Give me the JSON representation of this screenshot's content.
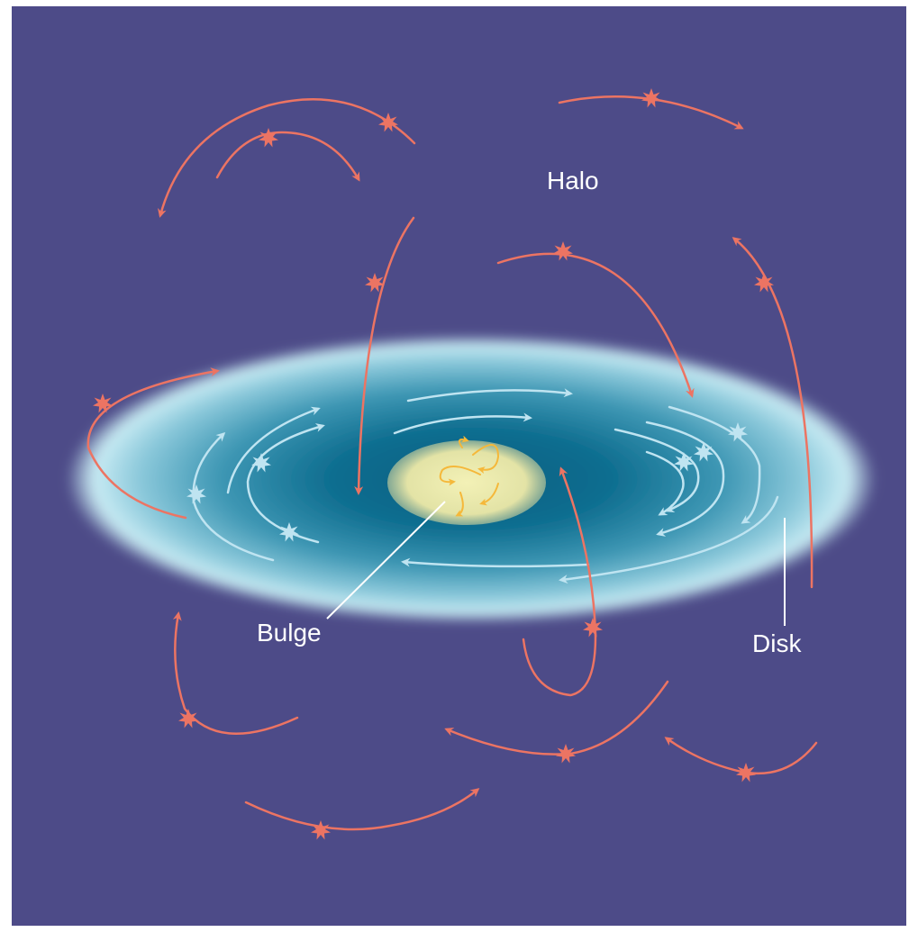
{
  "labels": {
    "halo": "Halo",
    "bulge": "Bulge",
    "disk": "Disk"
  },
  "colors": {
    "background": "#4d4b88",
    "halo_orbit": "#ec7463",
    "disk_orbit": "#bfe4f1",
    "bulge_orbit": "#f5b83a",
    "disk_core": "#0d6a8a",
    "disk_edge": "#cfeef6",
    "bulge": "#e2e3a8"
  }
}
